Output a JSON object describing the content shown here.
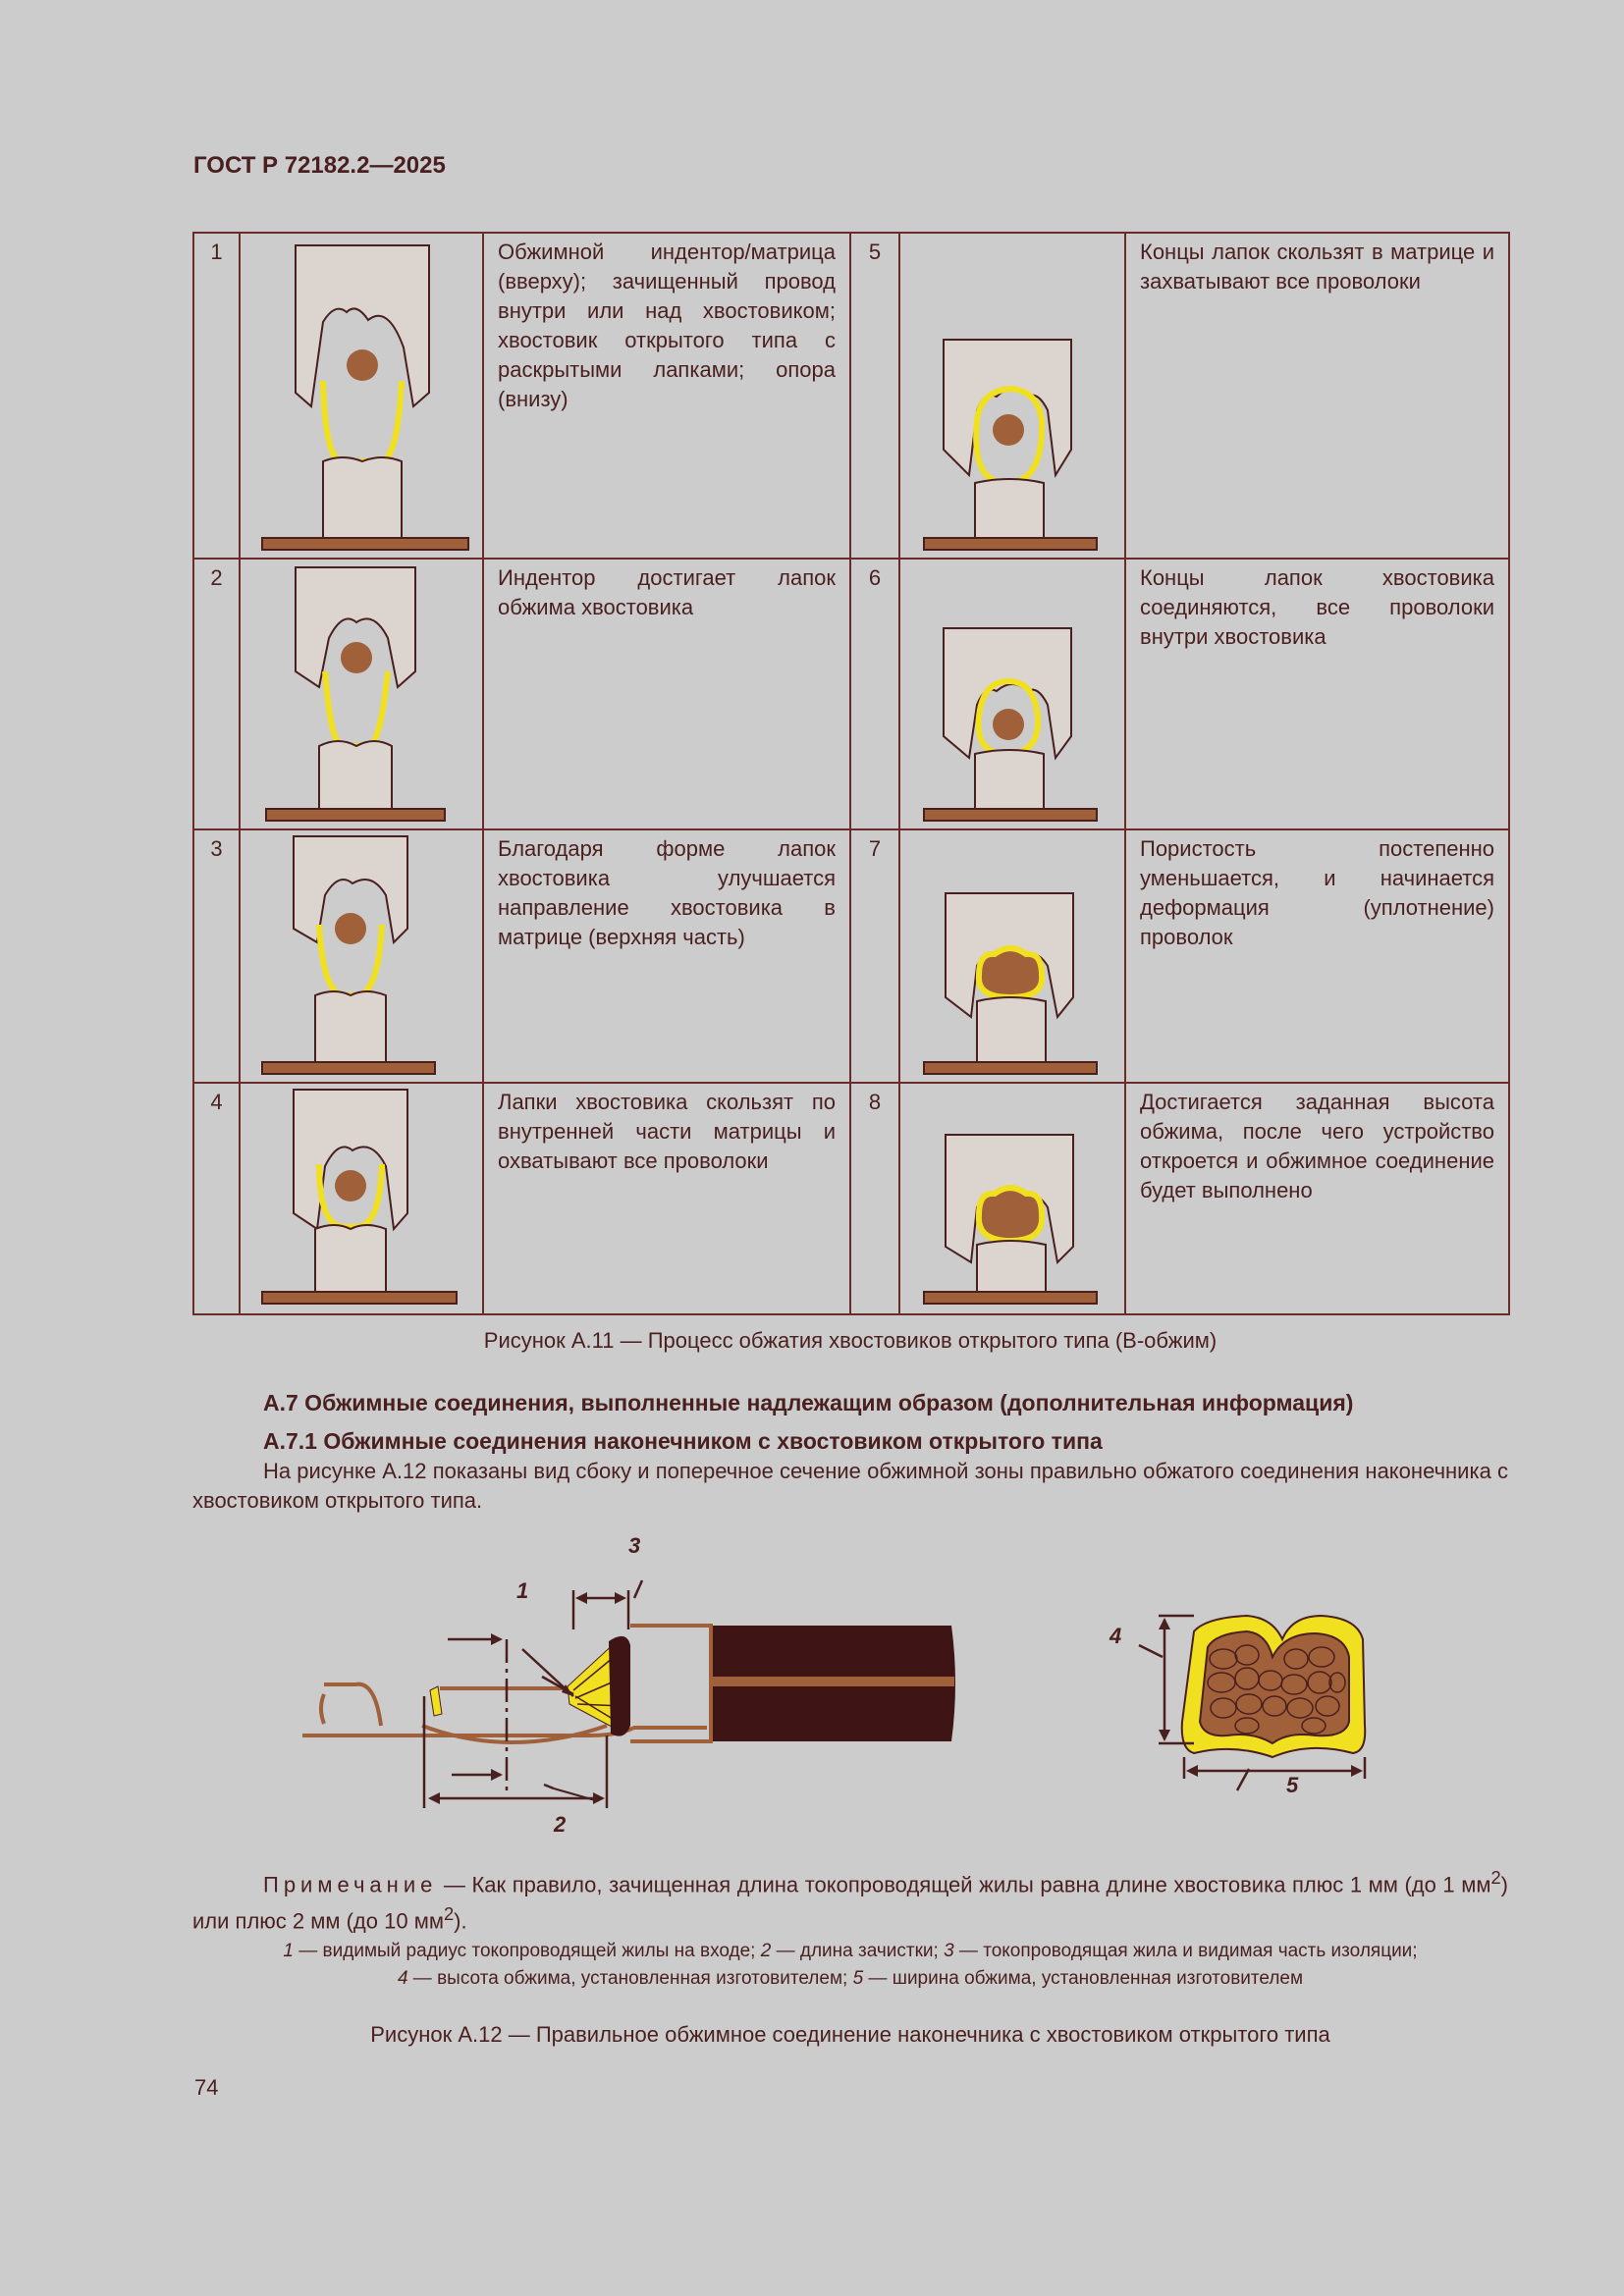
{
  "header": {
    "doc_id": "ГОСТ Р 72182.2—2025"
  },
  "steps": [
    {
      "n": "1",
      "text": "Обжимной индентор/матрица (вверху); зачищенный провод внутри или над хвостовиком; хвостовик открытого типа с раскрытыми лапками; опора (внизу)"
    },
    {
      "n": "2",
      "text": "Индентор достигает лапок обжима хвостовика"
    },
    {
      "n": "3",
      "text": "Благодаря форме лапок хвостовика улучшается направление хвостовика в матрице (верхняя часть)"
    },
    {
      "n": "4",
      "text": "Лапки хвостовика скользят по внутренней части матрицы и охватывают все проволоки"
    },
    {
      "n": "5",
      "text": "Концы лапок скользят в матрице и захватывают все проволоки"
    },
    {
      "n": "6",
      "text": "Концы лапок хвостовика соединяются, все проволоки внутри хвостовика"
    },
    {
      "n": "7",
      "text": "Пористость постепенно уменьшается, и начинается деформация (уплотнение) проволок"
    },
    {
      "n": "8",
      "text": "Достигается заданная высота обжима, после чего устройство откроется и обжимное соединение будет выполнено"
    }
  ],
  "figure_a11_caption": "Рисунок А.11 — Процесс обжатия хвостовиков открытого типа (В-обжим)",
  "section_a7": "А.7 Обжимные соединения, выполненные надлежащим образом (дополнительная информация)",
  "section_a71": "А.7.1 Обжимные соединения наконечником с хвостовиком открытого типа",
  "paragraph": "На рисунке А.12 показаны вид сбоку и поперечное сечение обжимной зоны правильно обжатого соединения наконечника с хвостовиком открытого типа.",
  "figure_labels": {
    "l1": "1",
    "l2": "2",
    "l3": "3",
    "l4": "4",
    "l5": "5"
  },
  "note": {
    "label": "Примечание",
    "text_a": " — Как правило, зачищенная длина токопроводящей жилы равна длине хвостовика плюс 1 мм (до 1 мм",
    "sup1": "2",
    "text_b": ") или плюс 2 мм (до 10 мм",
    "sup2": "2",
    "text_c": ")."
  },
  "legend": {
    "n1": "1",
    "t1": " — видимый радиус токопроводящей жилы на входе; ",
    "n2": "2",
    "t2": " — длина зачистки; ",
    "n3": "3",
    "t3": " — токопроводящая жила и видимая часть изоляции;",
    "n4": "4",
    "t4": " — высота обжима, установленная изготовителем; ",
    "n5": "5",
    "t5": " — ширина обжима, установленная изготовителем"
  },
  "figure_a12_caption": "Рисунок А.12 — Правильное обжимное соединение наконечника с хвостовиком открытого типа",
  "page_number": "74",
  "colors": {
    "text": "#4a1f1f",
    "border": "#6b2b2b",
    "yellow": "#f0e020",
    "copper": "#a0603a",
    "tool": "#dcd5cf",
    "insulation": "#3f1414"
  }
}
